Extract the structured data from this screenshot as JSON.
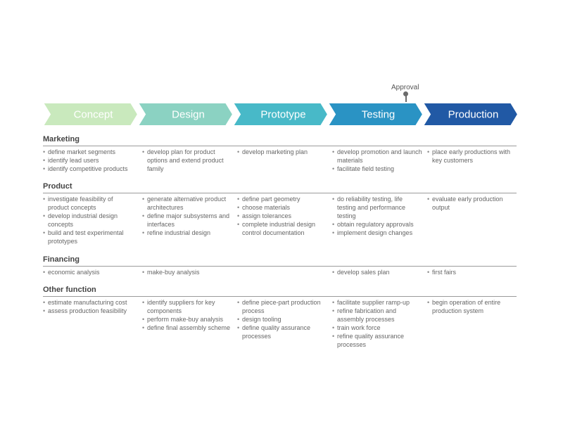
{
  "approval": "Approval",
  "stages": [
    {
      "label": "Concept",
      "color": "#c9e9bd"
    },
    {
      "label": "Design",
      "color": "#8bd2c2"
    },
    {
      "label": "Prototype",
      "color": "#48b9c8"
    },
    {
      "label": "Testing",
      "color": "#2a93c4"
    },
    {
      "label": "Production",
      "color": "#2159a5"
    }
  ],
  "sections": [
    {
      "title": "Marketing",
      "columns": [
        [
          "define market segments",
          "identify lead users",
          "identify competitive products"
        ],
        [
          "develop plan for product options and extend product family"
        ],
        [
          "develop marketing plan"
        ],
        [
          "develop promotion and launch materials",
          "facilitate field testing"
        ],
        [
          "place early productions with key customers"
        ]
      ]
    },
    {
      "title": "Product",
      "columns": [
        [
          "investigate feasibility of product concepts",
          "develop industrial design concepts",
          "build and test experimental prototypes"
        ],
        [
          "generate alternative product architectures",
          "define major subsystems and interfaces",
          "refine industrial design"
        ],
        [
          "define part geometry",
          "choose materials",
          "assign tolerances",
          "complete industrial design control documentation"
        ],
        [
          "do reliability testing, life testing and performance testing",
          "obtain regulatory approvals",
          "implement design changes"
        ],
        [
          "evaluate early production output"
        ]
      ]
    },
    {
      "title": "Financing",
      "columns": [
        [
          "economic analysis"
        ],
        [
          "make-buy analysis"
        ],
        [],
        [
          "develop sales plan"
        ],
        [
          "first fairs"
        ]
      ]
    },
    {
      "title": "Other function",
      "columns": [
        [
          "estimate manufacturing cost",
          "assess production feasibility"
        ],
        [
          "identify suppliers for key components",
          "perform make-buy analysis",
          "define final assembly scheme"
        ],
        [
          "define piece-part production process",
          "design tooling",
          "define quality assurance processes"
        ],
        [
          "facilitate supplier ramp-up",
          "refine fabrication and assembly processes",
          "train work force",
          "refine quality assurance processes"
        ],
        [
          "begin operation of entire production system"
        ]
      ]
    }
  ]
}
